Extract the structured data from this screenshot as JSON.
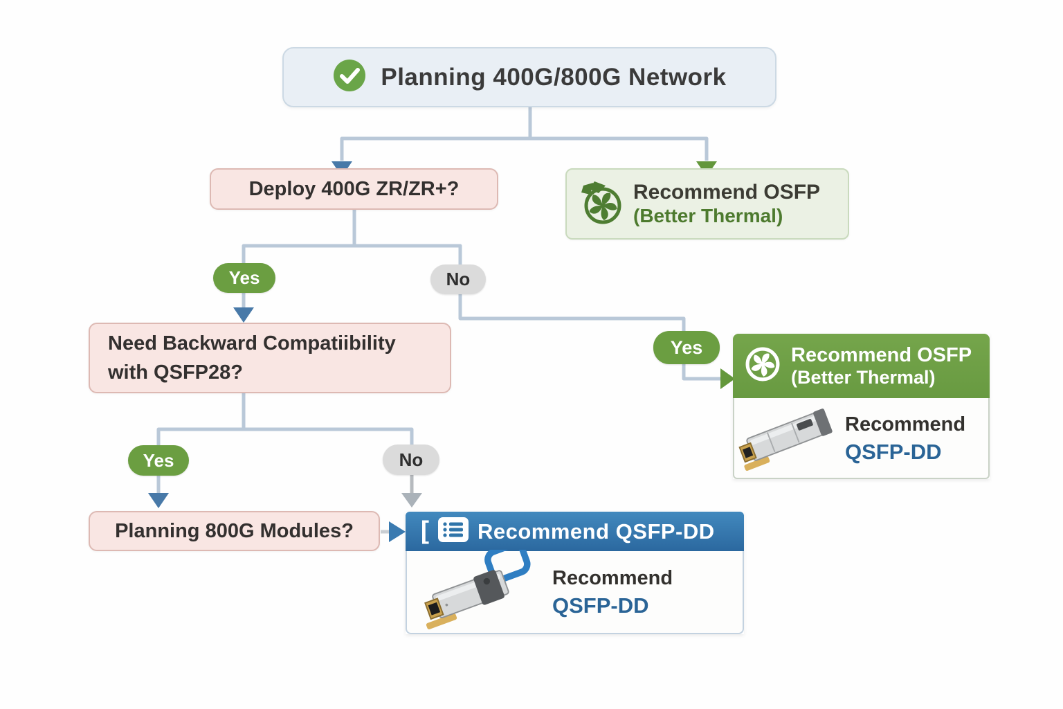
{
  "diagram_title": "Planning 400G/800G Network",
  "colors": {
    "start_box_bg": "#e9eff5",
    "question_box_bg": "#f9e6e3",
    "question_box_border": "#ddb9b3",
    "yes_pill_green": "#6b9e41",
    "no_pill_gray": "#dbdbdb",
    "connector_line": "#b9c8d8",
    "arrow_blue": "#4879a8",
    "arrow_green": "#63973b",
    "arrow_gray": "#aab2b9",
    "osfp_note_bg": "#ebf1e4",
    "osfp_header_green": "#6b9e44",
    "qsfpdd_header_blue": "#2f74a9",
    "product_text_blue": "#2a6496",
    "check_circle_green": "#6aa548"
  },
  "nodes": {
    "start": {
      "label": "Planning 400G/800G Network"
    },
    "q_deploy": {
      "label": "Deploy 400G ZR/ZR+?"
    },
    "osfp_note": {
      "title": "Recommend OSFP",
      "subtitle": "(Better Thermal)"
    },
    "q_backward": {
      "label": "Need  Backward Compatiibility\nwith QSFP28?"
    },
    "q_800g": {
      "label": "Planning 800G Modules?"
    },
    "osfp_card": {
      "header_title": "Recommend OSFP",
      "header_subtitle": "(Better Thermal)",
      "body_label": "Recommend",
      "body_product": "QSFP-DD"
    },
    "qsfpdd_card": {
      "header_prefix": "[",
      "header_title": "Recommend QSFP-DD",
      "body_label": "Recommend",
      "body_product": "QSFP-DD"
    }
  },
  "branch_labels": {
    "yes": "Yes",
    "no": "No"
  }
}
